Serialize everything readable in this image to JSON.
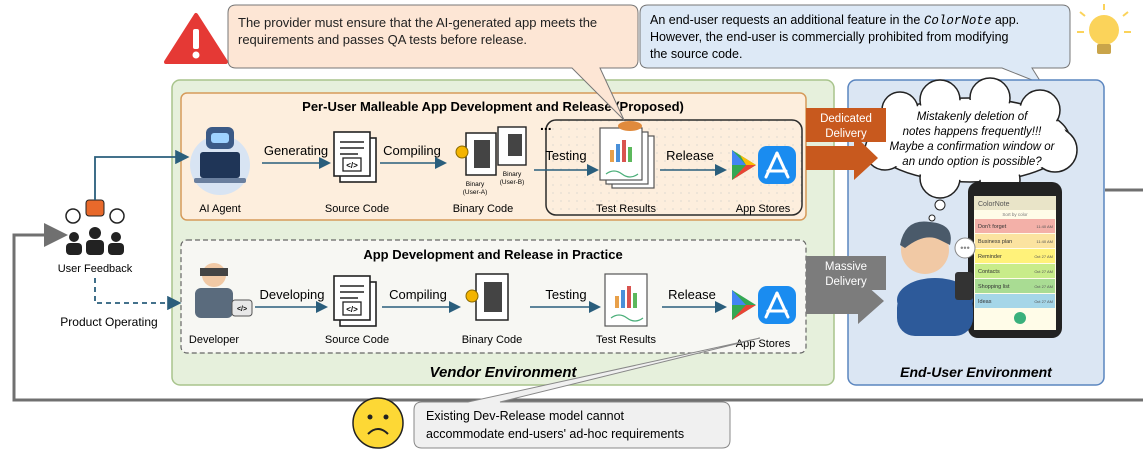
{
  "callouts": {
    "provider": "The provider must ensure that the AI-generated app meets the requirements and passes QA tests before release.",
    "enduser_request_1": "An end-user requests an additional feature in the",
    "enduser_request_app": "ColorNote",
    "enduser_request_2": "app.",
    "enduser_request_line2": "However, the end-user is commercially prohibited from modifying",
    "enduser_request_line3": "the source code.",
    "existing_model_line1": "Existing Dev-Release model cannot",
    "existing_model_line2": "accommodate end-users' ad-hoc requirements"
  },
  "thought_bubble": {
    "line1": "Mistakenly deletion of",
    "line2": "notes happens frequently!!!",
    "line3": "Maybe a confirmation window or",
    "line4": "an undo option is possible?"
  },
  "user_feedback": {
    "label": "User Feedback",
    "product_operating": "Product Operating"
  },
  "vendor": {
    "label": "Vendor Environment",
    "proposed": {
      "title": "Per-User Malleable App Development and Release (Proposed)",
      "ai_agent": "AI Agent",
      "generating": "Generating",
      "source_code": "Source Code",
      "compiling": "Compiling",
      "binary_code": "Binary Code",
      "binary_a": "Binary",
      "binary_a_sub": "(User-A)",
      "binary_b": "Binary",
      "binary_b_sub": "(User-B)",
      "ellipsis": "...",
      "testing": "Testing",
      "test_results": "Test Results",
      "release": "Release",
      "app_stores": "App Stores"
    },
    "practice": {
      "title": "App Development and Release in Practice",
      "developer": "Developer",
      "developing": "Developing",
      "source_code": "Source Code",
      "compiling": "Compiling",
      "binary_code": "Binary Code",
      "testing": "Testing",
      "test_results": "Test Results",
      "release": "Release",
      "app_stores": "App Stores"
    }
  },
  "delivery": {
    "dedicated_1": "Dedicated",
    "dedicated_2": "Delivery",
    "massive_1": "Massive",
    "massive_2": "Delivery"
  },
  "enduser_env": {
    "label": "End-User Environment",
    "phone": {
      "app_title": "ColorNote",
      "sort": "Sort by color",
      "notes": [
        {
          "title": "Don't forget",
          "time": "11:40 AM",
          "color": "#f3b0a8"
        },
        {
          "title": "Business plan",
          "time": "11:40 AM",
          "color": "#fbe3a0"
        },
        {
          "title": "Reminder",
          "time": "Oct 27 AM",
          "color": "#fff27a"
        },
        {
          "title": "Contacts",
          "time": "Oct 27 AM",
          "color": "#c8ec8a"
        },
        {
          "title": "Shopping list",
          "time": "Oct 27 AM",
          "color": "#a9dc93"
        },
        {
          "title": "Ideas",
          "time": "Oct 27 AM",
          "color": "#a5d6e8"
        }
      ]
    }
  },
  "colors": {
    "vendor_bg": "#e6f0dc",
    "proposed_bg": "#fdeedd",
    "enduser_bg": "#dbe6f3",
    "dedicated_arrow": "#c8591e",
    "massive_arrow": "#7c7c7c",
    "flow_arrow": "#2a5e7c"
  }
}
